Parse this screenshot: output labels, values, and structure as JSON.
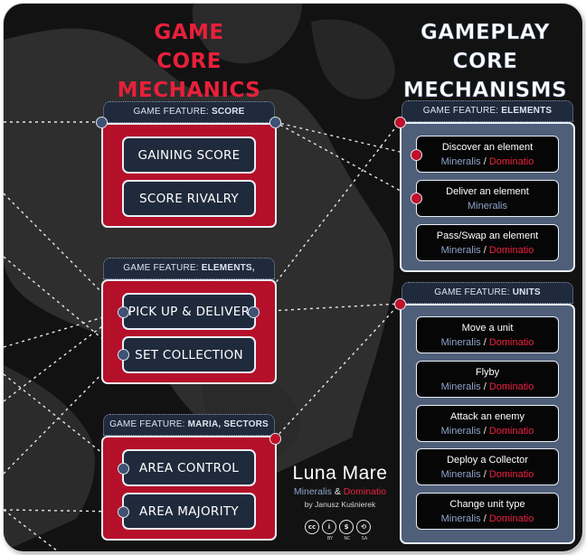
{
  "titles": {
    "left_line1": "GAME",
    "left_line2": "CORE MECHANICS",
    "right_line1": "GAMEPLAY",
    "right_line2": "CORE MECHANISMS"
  },
  "left_features": [
    {
      "prefix": "GAME FEATURE:",
      "name": "SCORE",
      "mechanics": [
        "GAINING SCORE",
        "SCORE RIVALRY"
      ]
    },
    {
      "prefix": "GAME FEATURE:",
      "name": "ELEMENTS, RESOURCES",
      "mechanics": [
        "PICK UP & DELIVER",
        "SET COLLECTION"
      ]
    },
    {
      "prefix": "GAME FEATURE:",
      "name": "MARIA, SECTORS",
      "mechanics": [
        "AREA CONTROL",
        "AREA MAJORITY"
      ]
    }
  ],
  "right_features": [
    {
      "prefix": "GAME FEATURE:",
      "name": "ELEMENTS",
      "mechanisms": [
        {
          "name": "Discover an element",
          "mineralis": "Mineralis",
          "slash": "/",
          "dominatio": "Dominatio"
        },
        {
          "name": "Deliver an element",
          "mineralis": "Mineralis",
          "slash": "",
          "dominatio": ""
        },
        {
          "name": "Pass/Swap an element",
          "mineralis": "Mineralis",
          "slash": "/",
          "dominatio": "Dominatio"
        }
      ]
    },
    {
      "prefix": "GAME FEATURE:",
      "name": "UNITS",
      "mechanisms": [
        {
          "name": "Move a unit",
          "mineralis": "Mineralis",
          "slash": "/",
          "dominatio": "Dominatio"
        },
        {
          "name": "Flyby",
          "mineralis": "Mineralis",
          "slash": "/",
          "dominatio": "Dominatio"
        },
        {
          "name": "Attack an enemy",
          "mineralis": "Mineralis",
          "slash": "/",
          "dominatio": "Dominatio"
        },
        {
          "name": "Deploy a Collector",
          "mineralis": "Mineralis",
          "slash": "/",
          "dominatio": "Dominatio"
        },
        {
          "name": "Change unit type",
          "mineralis": "Mineralis",
          "slash": "/",
          "dominatio": "Dominatio"
        }
      ]
    }
  ],
  "brand": {
    "title": "Luna Mare",
    "mineralis": "Mineralis",
    "amp": "&",
    "dominatio": "Dominatio",
    "author": "by Janusz Kuśnierek"
  },
  "license": {
    "badges": [
      {
        "glyph": "cc",
        "label": ""
      },
      {
        "glyph": "i",
        "label": "BY"
      },
      {
        "glyph": "$",
        "label": "NC"
      },
      {
        "glyph": "⟲",
        "label": "SA"
      }
    ]
  },
  "colors": {
    "red_accent": "#b5102a",
    "dark_navy": "#1f2a3c",
    "slate_blue": "#4f5f7a",
    "mineralis_blue": "#8fa4ca",
    "dominatio_red": "#ee2140"
  }
}
